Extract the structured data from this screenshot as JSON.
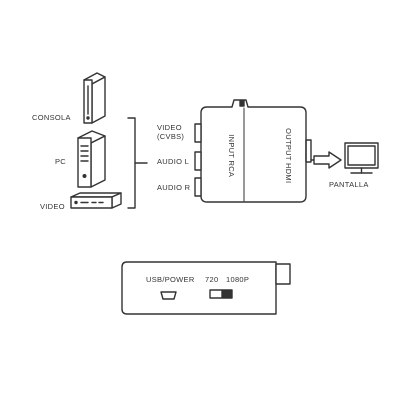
{
  "colors": {
    "stroke": "#333333",
    "background": "#ffffff"
  },
  "sources": {
    "consola_label": "CONSOLA",
    "pc_label": "PC",
    "video_label": "VIDEO"
  },
  "converter": {
    "input_video_label": "VIDEO",
    "input_video_sub_label": "(CVBS)",
    "input_audio_l_label": "AUDIO L",
    "input_audio_r_label": "AUDIO R",
    "input_panel_label": "INPUT RCA",
    "output_panel_label": "OUTPUT HDMI"
  },
  "display": {
    "label": "PANTALLA"
  },
  "device_side": {
    "usb_label": "USB/POWER",
    "res_720_label": "720",
    "res_1080_label": "1080P"
  },
  "icons": [
    "game-console-icon",
    "pc-tower-icon",
    "video-player-icon",
    "tv-monitor-icon",
    "rca-jack-icon",
    "hdmi-port-icon",
    "mini-usb-port-icon",
    "resolution-switch-icon"
  ]
}
